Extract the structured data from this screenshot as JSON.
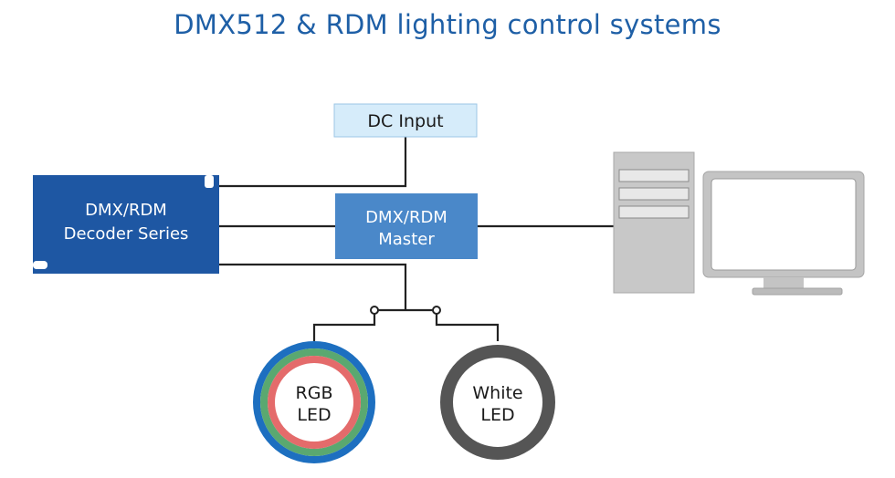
{
  "title": "DMX512 & RDM lighting control systems",
  "dc_input": {
    "label": "DC Input"
  },
  "decoder": {
    "line1": "DMX/RDM",
    "line2": "Decoder Series"
  },
  "master": {
    "line1": "DMX/RDM",
    "line2": "Master"
  },
  "rgb_led": {
    "line1": "RGB",
    "line2": "LED"
  },
  "white_led": {
    "line1": "White",
    "line2": "LED"
  },
  "colors": {
    "title": "#1e5fa6",
    "decoder_fill": "#1e57a3",
    "master_fill": "#4a88c9",
    "dc_fill": "#d6ecfa",
    "ring_blue": "#1d6fc0",
    "ring_green": "#5aa870",
    "ring_red": "#e46b6b",
    "ring_white": "#555555",
    "line": "#222222"
  },
  "icons": [
    "computer-tower-icon",
    "computer-monitor-icon"
  ]
}
